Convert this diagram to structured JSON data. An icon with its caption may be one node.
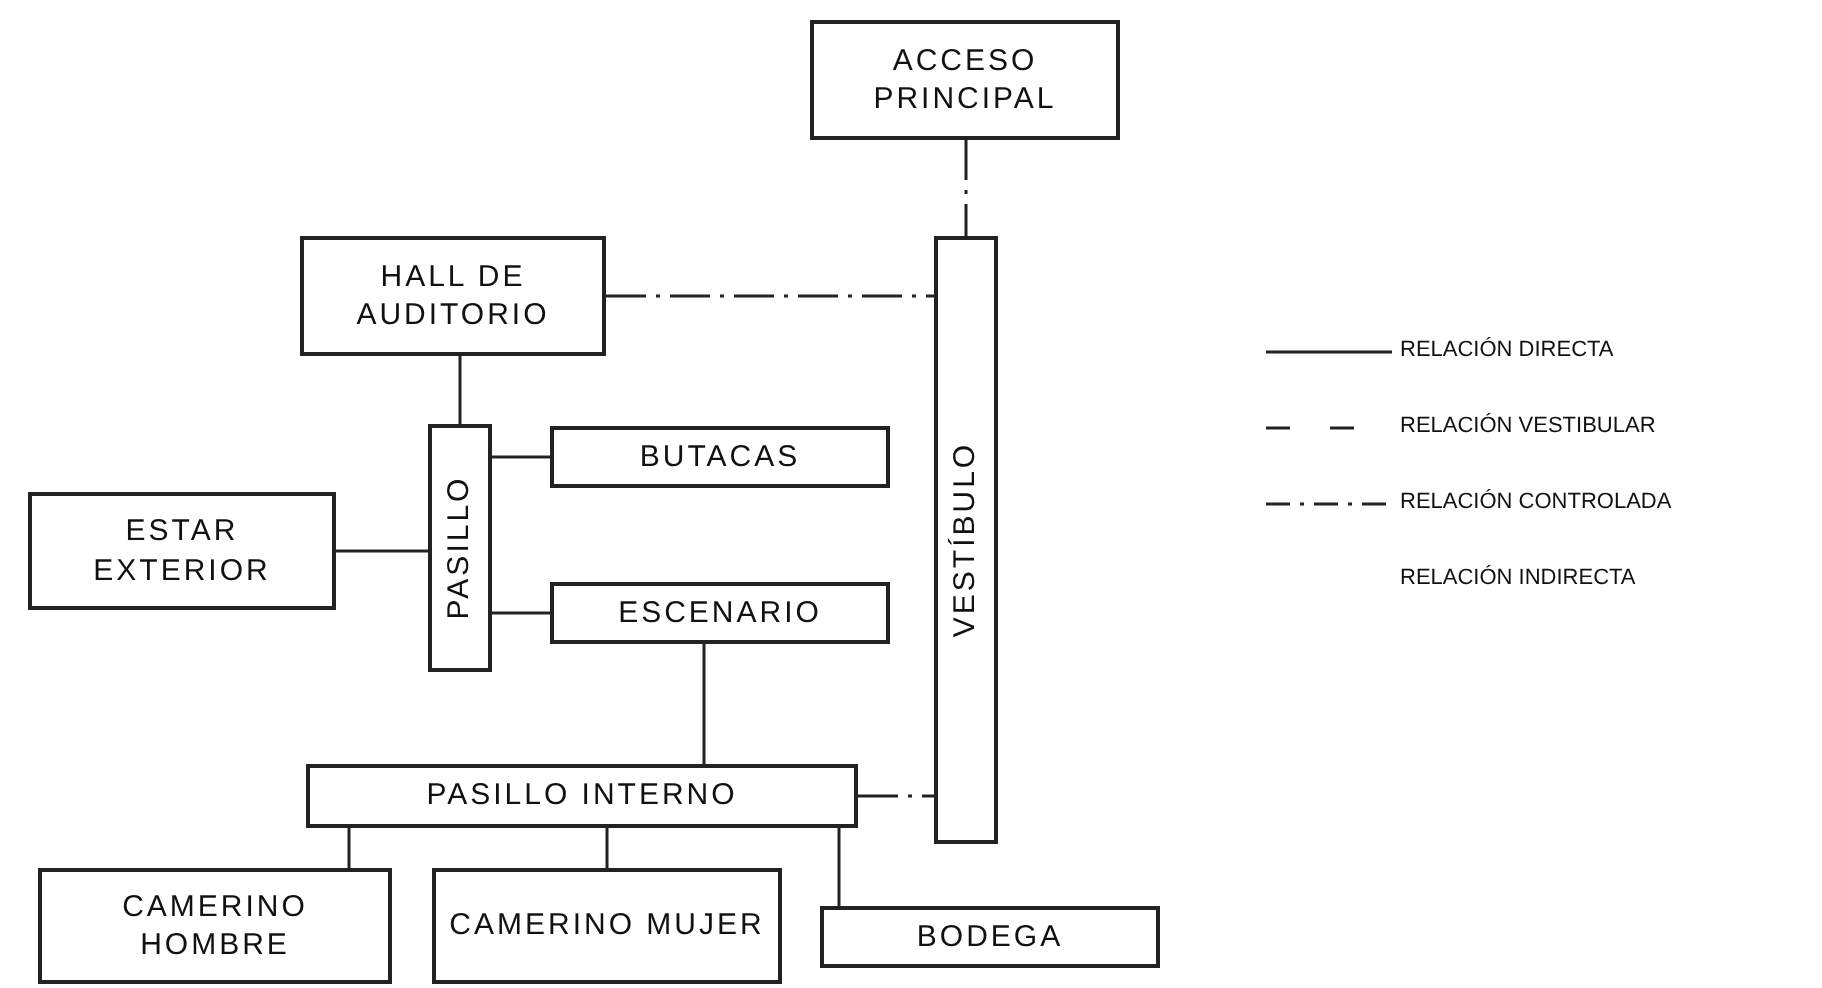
{
  "diagram": {
    "nodes": [
      {
        "text": [
          "ACCESO PRINCIPAL"
        ]
      },
      {
        "text": [
          "HALL DE AUDITORIO"
        ]
      },
      {
        "text": [
          "VESTÍBULO"
        ]
      },
      {
        "text": [
          "PASILLO"
        ]
      },
      {
        "text": [
          "BUTACAS"
        ]
      },
      {
        "text": [
          "ESTAR EXTERIOR"
        ]
      },
      {
        "text": [
          "ESCENARIO"
        ]
      },
      {
        "text": [
          "PASILLO INTERNO"
        ]
      },
      {
        "text": [
          "CAMERINO HOMBRE"
        ]
      },
      {
        "text": [
          "CAMERINO MUJER"
        ]
      },
      {
        "text": [
          "BODEGA"
        ]
      }
    ],
    "edges": [
      {
        "from": 0,
        "to": 2,
        "arrow": "none",
        "style": "dashed"
      },
      {
        "from": 1,
        "to": 2,
        "arrow": "none",
        "style": "dashed"
      },
      {
        "from": 1,
        "to": 3,
        "arrow": "none"
      },
      {
        "from": 3,
        "to": 4,
        "arrow": "none"
      },
      {
        "from": 5,
        "to": 3,
        "arrow": "none"
      },
      {
        "from": 3,
        "to": 6,
        "arrow": "none"
      },
      {
        "from": 6,
        "to": 7,
        "arrow": "none"
      },
      {
        "from": 7,
        "to": 2,
        "arrow": "none",
        "style": "dashed"
      },
      {
        "from": 7,
        "to": 8,
        "arrow": "none"
      },
      {
        "from": 7,
        "to": 9,
        "arrow": "none"
      },
      {
        "from": 7,
        "to": 10,
        "arrow": "none"
      }
    ],
    "legend": [
      {
        "text": "RELACIÓN DIRECTA"
      },
      {
        "text": "RELACIÓN VESTIBULAR"
      },
      {
        "text": "RELACIÓN CONTROLADA"
      },
      {
        "text": "RELACIÓN INDIRECTA"
      }
    ]
  }
}
